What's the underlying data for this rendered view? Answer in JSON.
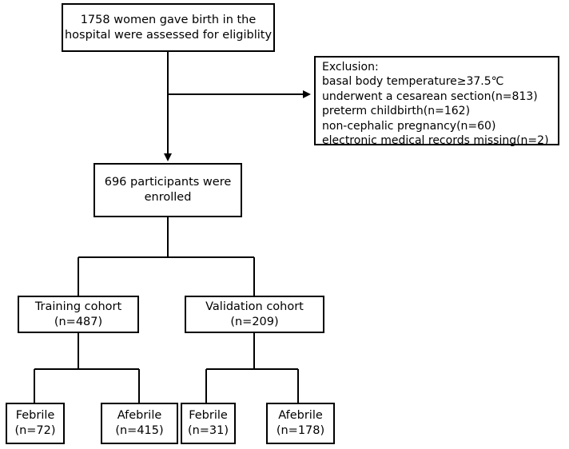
{
  "boxes": {
    "assessed": {
      "lines": [
        "1758 women gave birth in the",
        "hospital  were assessed for eligiblity"
      ]
    },
    "exclusion": {
      "lines": [
        "Exclusion:",
        "basal body temperature≥37.5℃",
        "underwent a cesarean section(n=813)",
        "preterm childbirth(n=162)",
        "non-cephalic pregnancy(n=60)",
        "electronic medical records missing(n=2)"
      ]
    },
    "enrolled": {
      "lines": [
        "696 participants were",
        "enrolled"
      ]
    },
    "training": {
      "lines": [
        "Training cohort",
        "(n=487)"
      ]
    },
    "validation": {
      "lines": [
        "Validation cohort",
        "(n=209)"
      ]
    },
    "train_febrile": {
      "lines": [
        "Febrile",
        "(n=72)"
      ]
    },
    "train_afebrile": {
      "lines": [
        "Afebrile",
        "(n=415)"
      ]
    },
    "val_febrile": {
      "lines": [
        "Febrile",
        "(n=31)"
      ]
    },
    "val_afebrile": {
      "lines": [
        "Afebrile",
        "(n=178)"
      ]
    }
  }
}
